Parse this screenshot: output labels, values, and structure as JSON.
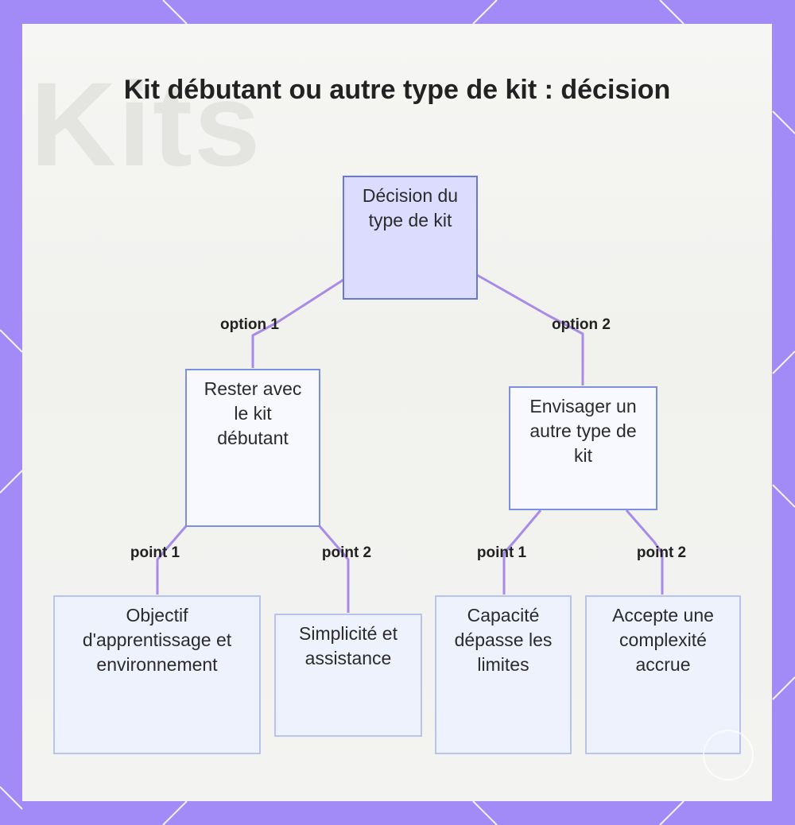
{
  "title": "Kit débutant ou autre type de kit : décision",
  "background_word": "Kits",
  "colors": {
    "frame": "#a28af7",
    "connector": "#a88be8",
    "root_fill": "#dcdcff",
    "node_border": "#7c8fe0"
  },
  "nodes": {
    "root": "Décision du type de kit",
    "option1": "Rester avec le kit débutant",
    "option2": "Envisager un autre type de kit",
    "o1p1": "Objectif d'apprentissage et environnement",
    "o1p2": "Simplicité et assistance",
    "o2p1": "Capacité dépasse les limites",
    "o2p2": "Accepte une complexité accrue"
  },
  "edges": {
    "root_option1": "option 1",
    "root_option2": "option 2",
    "o1_p1": "point 1",
    "o1_p2": "point 2",
    "o2_p1": "point 1",
    "o2_p2": "point 2"
  }
}
